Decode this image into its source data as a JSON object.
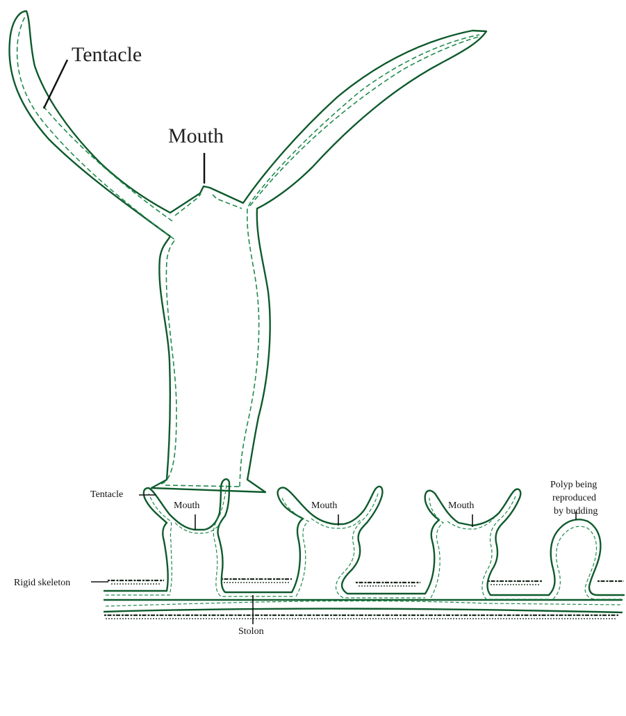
{
  "top": {
    "tentacle_label": "Tentacle",
    "mouth_label": "Mouth"
  },
  "bottom": {
    "mouth_label_1": "Mouth",
    "mouth_label_2": "Mouth",
    "mouth_label_3": "Mouth",
    "tentacle_label": "Tentacle",
    "polyp_label_line1": "Polyp being",
    "polyp_label_line2": "reproduced",
    "polyp_label_line3": "by budding",
    "skeleton_label": "Rigid skeleton",
    "stolon_label": "Stolon"
  },
  "colors": {
    "outline": "#0e5a2c",
    "inner_layer": "#1f8a4c",
    "pointer": "#111111"
  }
}
